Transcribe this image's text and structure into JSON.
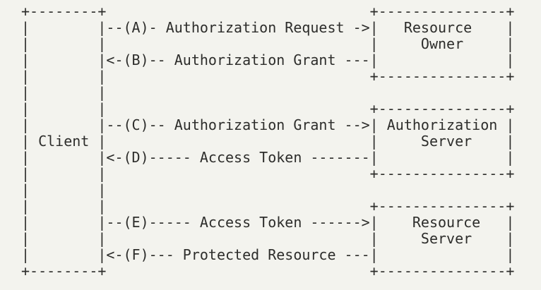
{
  "colors": {
    "background": "#f3f3ee",
    "text": "#2d2d2b"
  },
  "diagram": {
    "type": "ascii-flow-diagram",
    "entities": [
      "Client",
      "Resource Owner",
      "Authorization Server",
      "Resource Server"
    ],
    "steps": [
      {
        "id": "A",
        "label": "Authorization Request",
        "from": "Client",
        "to": "Resource Owner"
      },
      {
        "id": "B",
        "label": "Authorization Grant",
        "from": "Resource Owner",
        "to": "Client"
      },
      {
        "id": "C",
        "label": "Authorization Grant",
        "from": "Client",
        "to": "Authorization Server"
      },
      {
        "id": "D",
        "label": "Access Token",
        "from": "Authorization Server",
        "to": "Client"
      },
      {
        "id": "E",
        "label": "Access Token",
        "from": "Client",
        "to": "Resource Server"
      },
      {
        "id": "F",
        "label": "Protected Resource",
        "from": "Resource Server",
        "to": "Client"
      }
    ],
    "lines": [
      "+--------+                               +---------------+",
      "|        |--(A)- Authorization Request ->|   Resource    |",
      "|        |                               |     Owner     |",
      "|        |<-(B)-- Authorization Grant ---|               |",
      "|        |                               +---------------+",
      "|        |",
      "|        |                               +---------------+",
      "|        |--(C)-- Authorization Grant -->| Authorization |",
      "| Client |                               |     Server    |",
      "|        |<-(D)----- Access Token -------|               |",
      "|        |                               +---------------+",
      "|        |",
      "|        |                               +---------------+",
      "|        |--(E)----- Access Token ------>|    Resource   |",
      "|        |                               |     Server    |",
      "|        |<-(F)--- Protected Resource ---|               |",
      "+--------+                               +---------------+"
    ]
  }
}
